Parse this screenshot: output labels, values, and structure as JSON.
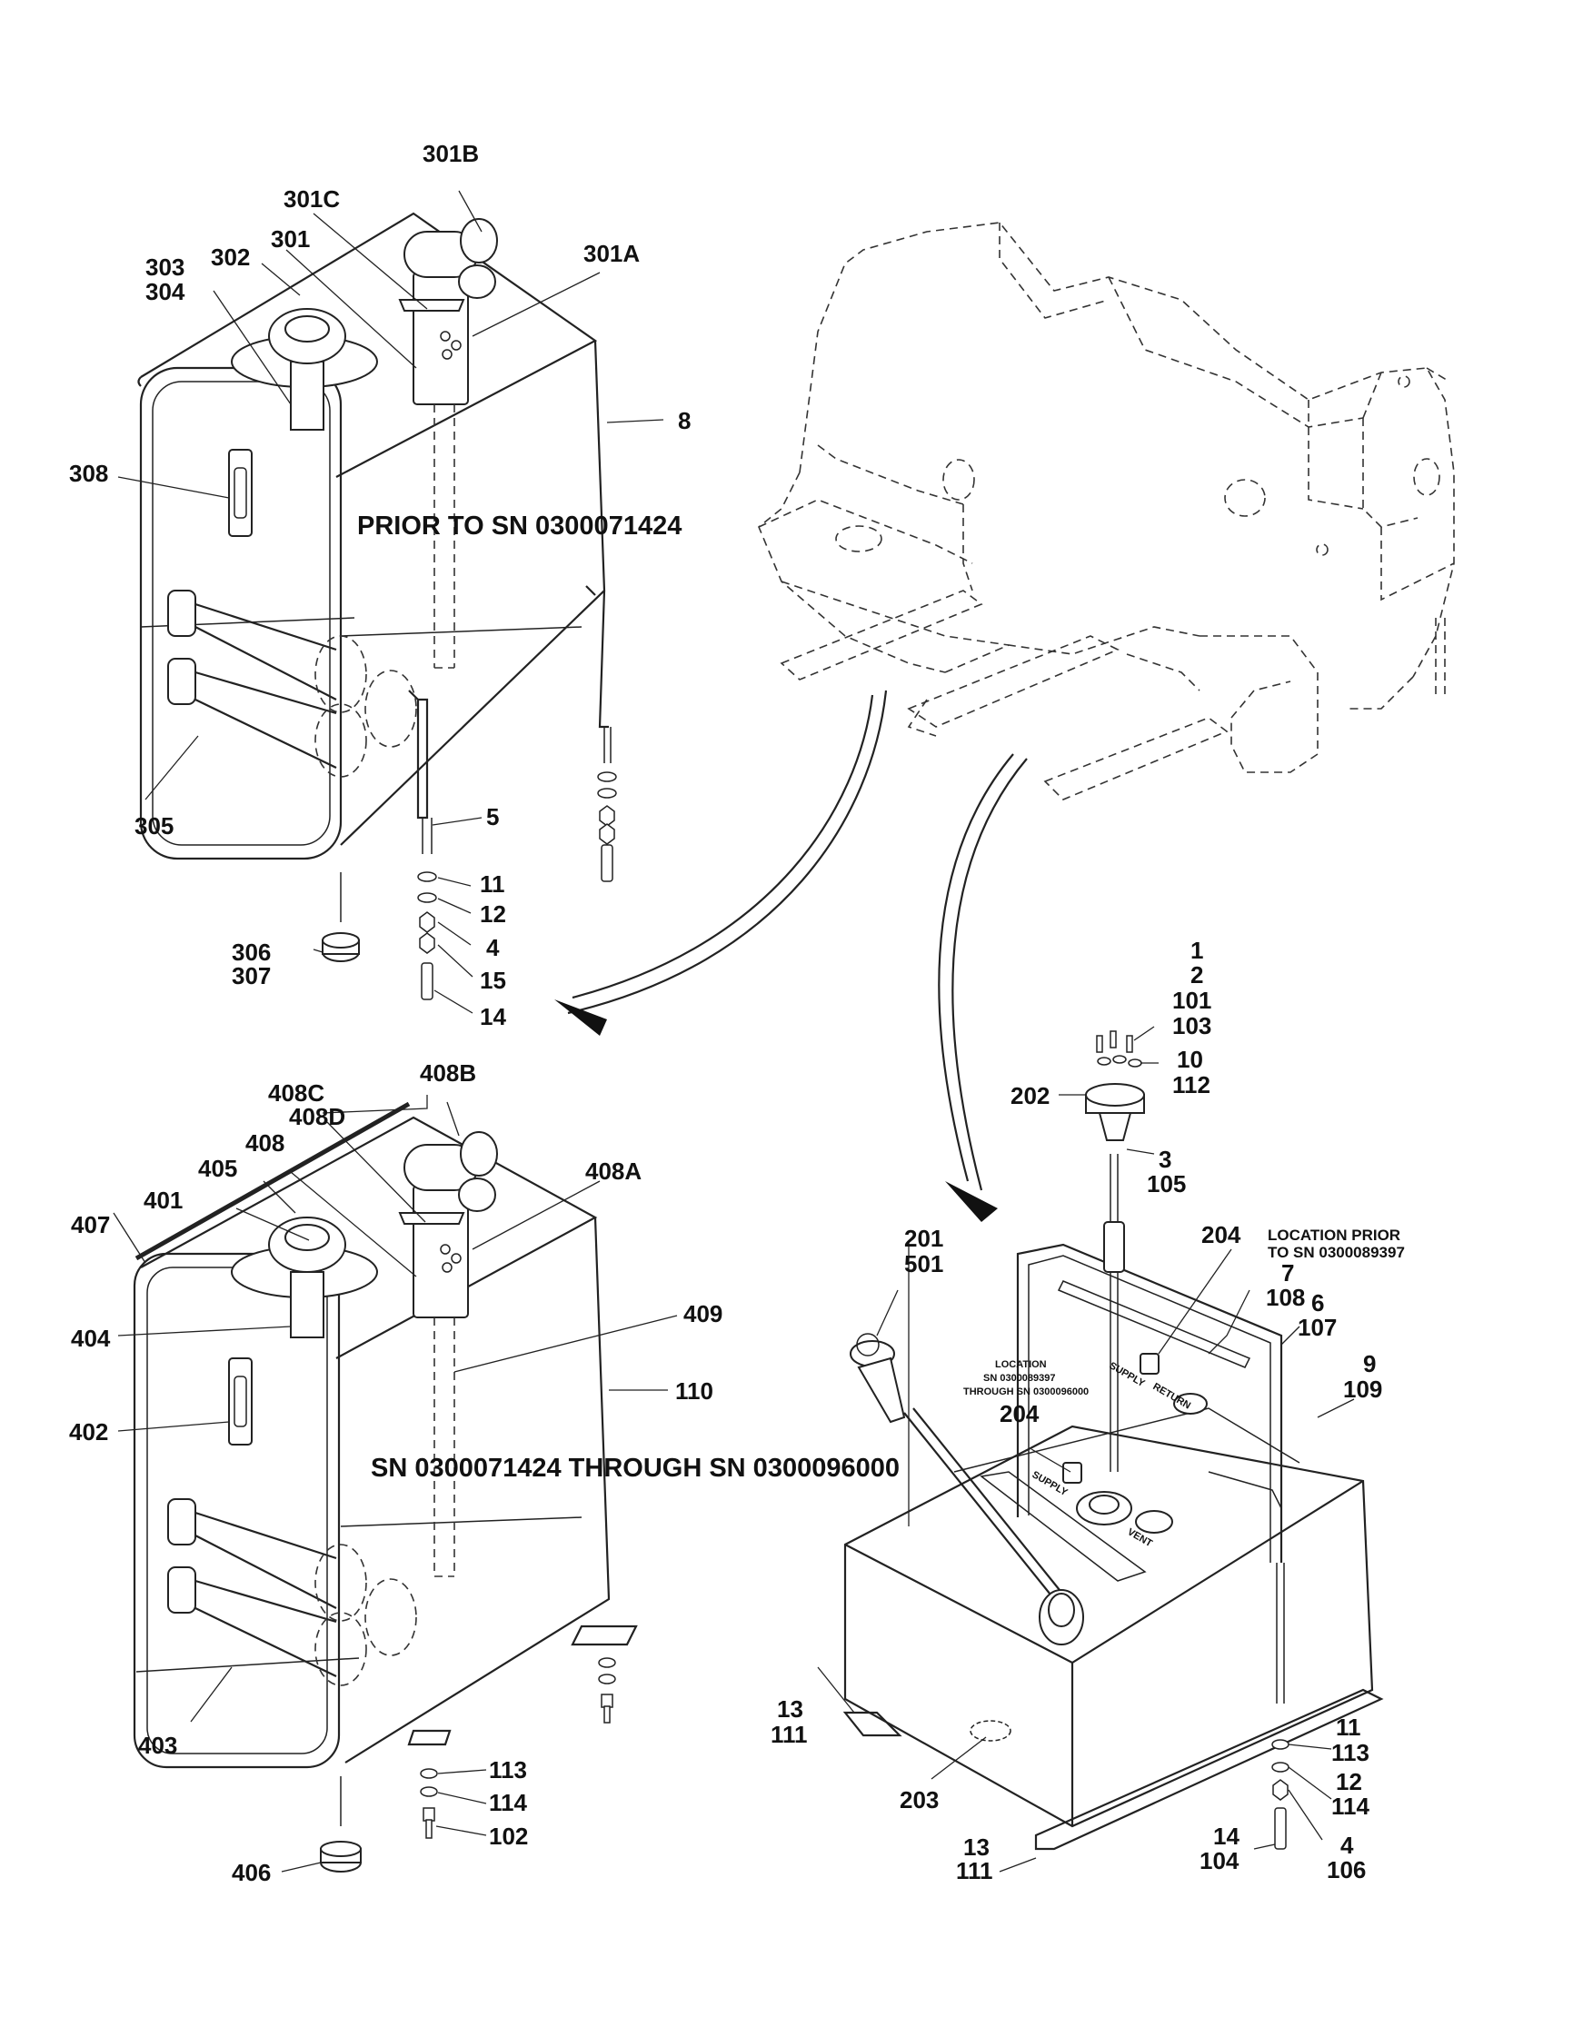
{
  "captions": {
    "upper_tank": "PRIOR TO SN 0300071424",
    "lower_tank": "SN 0300071424 THROUGH SN 0300096000",
    "location_prior": [
      "LOCATION PRIOR",
      "TO SN 0300089397"
    ],
    "location_range": [
      "LOCATION",
      "SN 0300089397",
      "THROUGH SN 0300096000"
    ]
  },
  "tank_markings": {
    "supply": "SUPPLY",
    "return": "RETURN",
    "vent": "VENT"
  },
  "callouts": {
    "c301B": "301B",
    "c301C": "301C",
    "c301": "301",
    "c301A": "301A",
    "c303": "303",
    "c304": "304",
    "c302": "302",
    "c8": "8",
    "c308": "308",
    "c305": "305",
    "c5": "5",
    "c11a": "11",
    "c12a": "12",
    "c4a": "4",
    "c15": "15",
    "c14a": "14",
    "c306": "306",
    "c307": "307",
    "c408C": "408C",
    "c408D": "408D",
    "c408B": "408B",
    "c408": "408",
    "c405": "405",
    "c408A": "408A",
    "c401": "401",
    "c407": "407",
    "c404": "404",
    "c409": "409",
    "c110": "110",
    "c402": "402",
    "c403": "403",
    "c406": "406",
    "c113a": "113",
    "c114a": "114",
    "c102": "102",
    "c1": "1",
    "c2": "2",
    "c101": "101",
    "c103": "103",
    "c10": "10",
    "c112": "112",
    "c202": "202",
    "c3": "3",
    "c105": "105",
    "c201": "201",
    "c501": "501",
    "c204a": "204",
    "c7": "7",
    "c108": "108",
    "c6": "6",
    "c107": "107",
    "c9": "9",
    "c109": "109",
    "c204b": "204",
    "c13a": "13",
    "c111a": "111",
    "c203": "203",
    "c13b": "13",
    "c111b": "111",
    "c11b": "11",
    "c113b": "113",
    "c12b": "12",
    "c114b": "114",
    "c14b": "14",
    "c104": "104",
    "c4b": "4",
    "c106": "106"
  }
}
